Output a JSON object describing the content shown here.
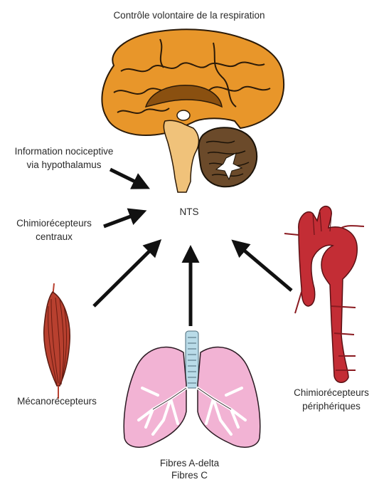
{
  "title": "Contrôle volontaire de la respiration",
  "center_label": "NTS",
  "labels": {
    "nociceptive": [
      "Information nociceptive",
      "via hypothalamus"
    ],
    "central_chemo": [
      "Chimiorécepteurs",
      "centraux"
    ],
    "mechano": "Mécanorécepteurs",
    "peripheral_chemo": [
      "Chimiorécepteurs",
      "périphériques"
    ],
    "fibres": [
      "Fibres A-delta",
      "Fibres C"
    ]
  },
  "colors": {
    "brain": "#e8962a",
    "brain_dark": "#8a5010",
    "brainstem": "#f0c27a",
    "cerebellum": "#6b4a2a",
    "lungs": "#f2b3d4",
    "airway": "#b9dbe8",
    "muscle": "#b8402f",
    "aorta": "#c32d35",
    "arrow": "#111111"
  },
  "icons": [
    "brain-icon",
    "lungs-icon",
    "muscle-icon",
    "aorta-icon"
  ]
}
